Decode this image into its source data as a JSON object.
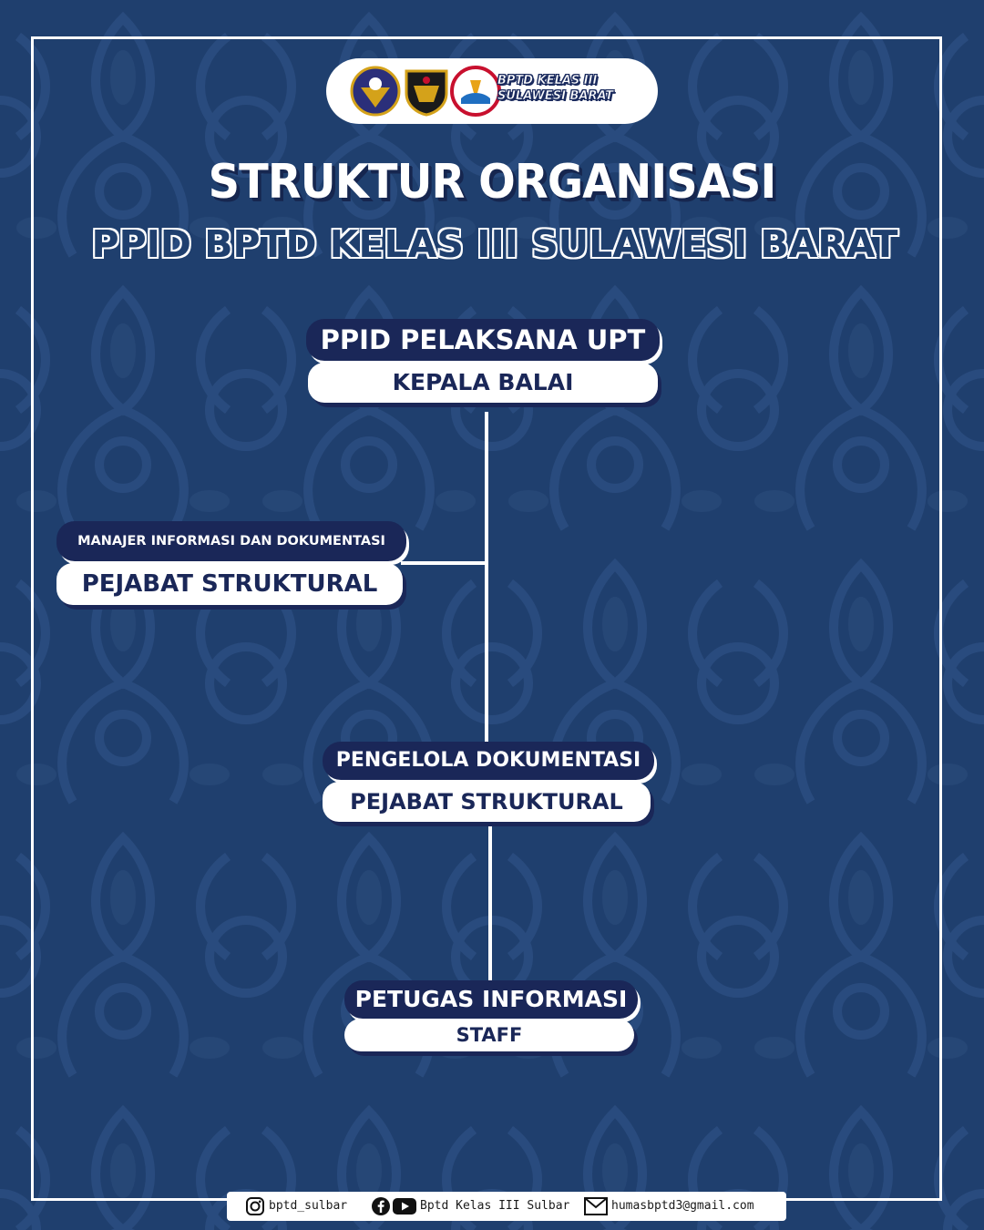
{
  "header": {
    "logo_text_line1": "BPTD KELAS III",
    "logo_text_line2": "SULAWESI BARAT",
    "title_line1": "STRUKTUR ORGANISASI",
    "title_line2": "PPID BPTD KELAS III SULAWESI BARAT"
  },
  "nodes": [
    {
      "title": "PPID PELAKSANA UPT",
      "subtitle": "KEPALA BALAI"
    },
    {
      "title": "MANAJER INFORMASI DAN DOKUMENTASI",
      "subtitle": "PEJABAT STRUKTURAL"
    },
    {
      "title": "PENGELOLA DOKUMENTASI",
      "subtitle": "PEJABAT STRUKTURAL"
    },
    {
      "title": "PETUGAS INFORMASI",
      "subtitle": "STAFF"
    }
  ],
  "footer": {
    "instagram": "bptd_sulbar",
    "social": "Bptd Kelas III Sulbar",
    "email": "humasbptd3@gmail.com"
  },
  "colors": {
    "background": "#1f3f6e",
    "node_dark": "#1a2758",
    "node_light": "#ffffff"
  },
  "icons": [
    "logo-kemenhub-icon",
    "logo-provinsi-icon",
    "logo-bptd-icon",
    "instagram-icon",
    "facebook-icon",
    "youtube-icon",
    "mail-icon"
  ]
}
